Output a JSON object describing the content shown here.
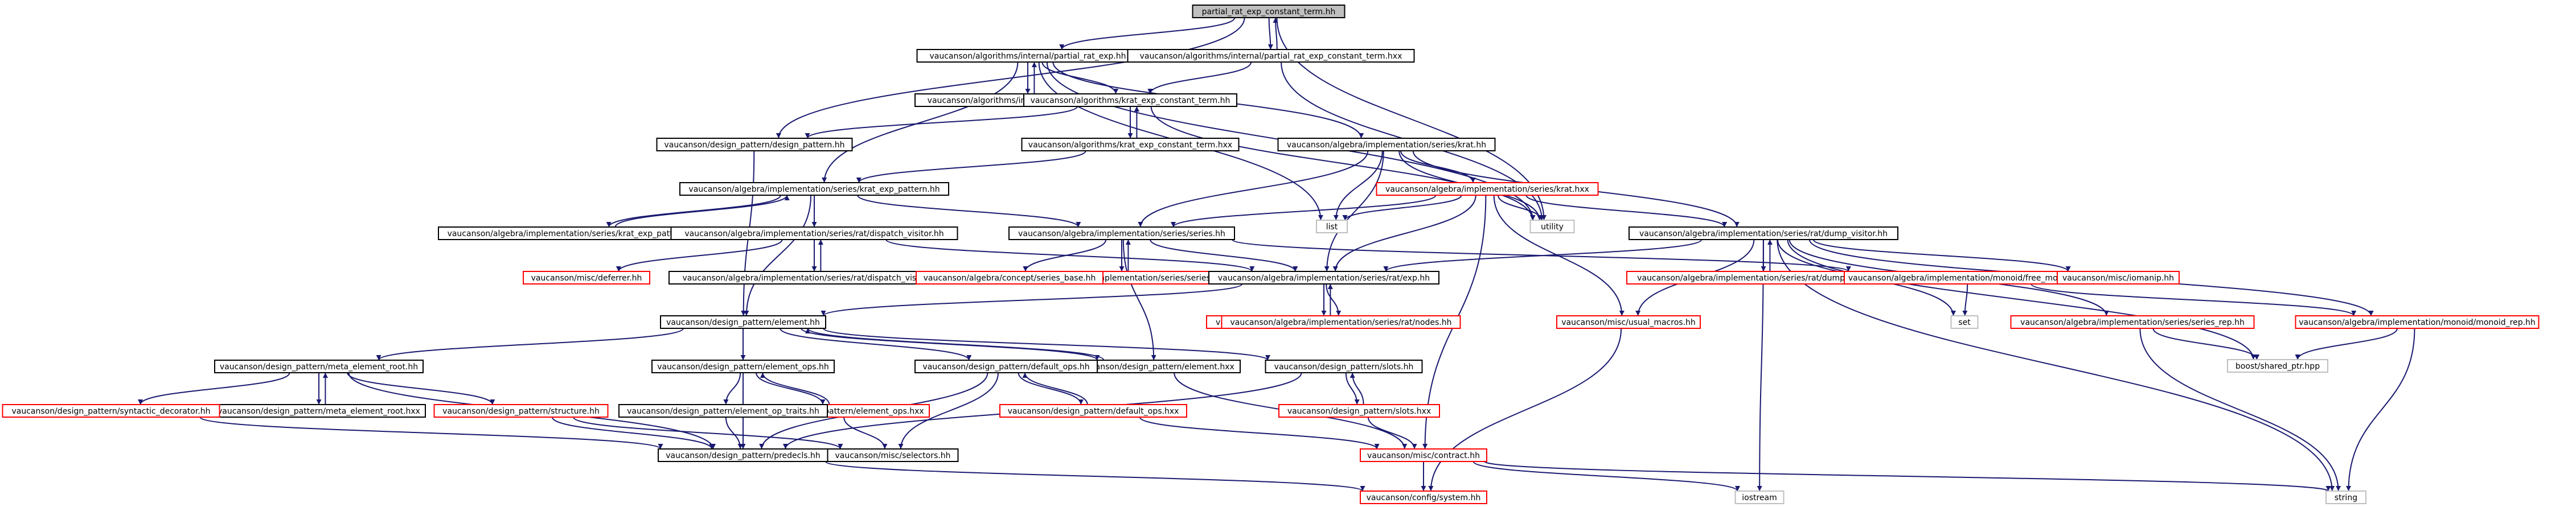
{
  "diagram": {
    "type": "include-dependency-graph",
    "root": "n_root",
    "nodes": [
      {
        "id": "n_root",
        "label": "partial_rat_exp_constant_term.hh",
        "style": "root"
      },
      {
        "id": "n_pre",
        "label": "vaucanson/algorithms/internal/partial_rat_exp.hh",
        "style": "normal"
      },
      {
        "id": "n_ptx",
        "label": "vaucanson/algorithms/internal/partial_rat_exp_constant_term.hxx",
        "style": "normal"
      },
      {
        "id": "n_utility",
        "label": "utility",
        "style": "gray"
      },
      {
        "id": "n_prex",
        "label": "vaucanson/algorithms/internal/partial_rat_exp.hxx",
        "style": "normal"
      },
      {
        "id": "n_krat_ct",
        "label": "vaucanson/algorithms/krat_exp_constant_term.hh",
        "style": "normal"
      },
      {
        "id": "n_dp",
        "label": "vaucanson/design_pattern/design_pattern.hh",
        "style": "normal"
      },
      {
        "id": "n_krat_ctx",
        "label": "vaucanson/algorithms/krat_exp_constant_term.hxx",
        "style": "normal"
      },
      {
        "id": "n_krat_hh",
        "label": "vaucanson/algebra/implementation/series/krat.hh",
        "style": "normal"
      },
      {
        "id": "n_krat_hxx",
        "label": "vaucanson/algebra/implementation/series/krat.hxx",
        "style": "red"
      },
      {
        "id": "n_list",
        "label": "list",
        "style": "gray"
      },
      {
        "id": "n_kep",
        "label": "vaucanson/algebra/implementation/series/krat_exp_pattern.hh",
        "style": "normal"
      },
      {
        "id": "n_kepx",
        "label": "vaucanson/algebra/implementation/series/krat_exp_pattern.hxx",
        "style": "normal"
      },
      {
        "id": "n_dispatch",
        "label": "vaucanson/algebra/implementation/series/rat/dispatch_visitor.hh",
        "style": "normal"
      },
      {
        "id": "n_dispatchx",
        "label": "vaucanson/algebra/implementation/series/rat/dispatch_visitor.hxx",
        "style": "normal"
      },
      {
        "id": "n_deferrer",
        "label": "vaucanson/misc/deferrer.hh",
        "style": "red"
      },
      {
        "id": "n_series",
        "label": "vaucanson/algebra/implementation/series/series.hh",
        "style": "normal"
      },
      {
        "id": "n_seriesx",
        "label": "vaucanson/algebra/implementation/series/series.hxx",
        "style": "red"
      },
      {
        "id": "n_concept_series",
        "label": "vaucanson/algebra/concept/series_base.hh",
        "style": "red"
      },
      {
        "id": "n_dump",
        "label": "vaucanson/algebra/implementation/series/rat/dump_visitor.hh",
        "style": "normal"
      },
      {
        "id": "n_dumpx",
        "label": "vaucanson/algebra/implementation/series/rat/dump_visitor.hxx",
        "style": "red"
      },
      {
        "id": "n_exp",
        "label": "vaucanson/algebra/implementation/series/rat/exp.hh",
        "style": "normal"
      },
      {
        "id": "n_expx",
        "label": "vaucanson/algebra/implementation/series/rat/exp.hxx",
        "style": "red"
      },
      {
        "id": "n_nodes",
        "label": "vaucanson/algebra/implementation/series/rat/nodes.hh",
        "style": "red"
      },
      {
        "id": "n_free_monoid",
        "label": "vaucanson/algebra/implementation/monoid/free_monoid.hh",
        "style": "red"
      },
      {
        "id": "n_usual",
        "label": "vaucanson/misc/usual_macros.hh",
        "style": "red"
      },
      {
        "id": "n_set",
        "label": "set",
        "style": "gray"
      },
      {
        "id": "n_iomanip",
        "label": "vaucanson/misc/iomanip.hh",
        "style": "red"
      },
      {
        "id": "n_series_rep",
        "label": "vaucanson/algebra/implementation/series/series_rep.hh",
        "style": "red"
      },
      {
        "id": "n_monoid_rep",
        "label": "vaucanson/algebra/implementation/monoid/monoid_rep.hh",
        "style": "red"
      },
      {
        "id": "n_shared_ptr",
        "label": "boost/shared_ptr.hpp",
        "style": "gray"
      },
      {
        "id": "n_element",
        "label": "vaucanson/design_pattern/element.hh",
        "style": "normal"
      },
      {
        "id": "n_elementx",
        "label": "vaucanson/design_pattern/element.hxx",
        "style": "normal"
      },
      {
        "id": "n_mer",
        "label": "vaucanson/design_pattern/meta_element_root.hh",
        "style": "normal"
      },
      {
        "id": "n_merx",
        "label": "vaucanson/design_pattern/meta_element_root.hxx",
        "style": "normal"
      },
      {
        "id": "n_syntactic",
        "label": "vaucanson/design_pattern/syntactic_decorator.hh",
        "style": "red"
      },
      {
        "id": "n_structure",
        "label": "vaucanson/design_pattern/structure.hh",
        "style": "red"
      },
      {
        "id": "n_element_ops",
        "label": "vaucanson/design_pattern/element_ops.hh",
        "style": "normal"
      },
      {
        "id": "n_element_opsx",
        "label": "vaucanson/design_pattern/element_ops.hxx",
        "style": "red"
      },
      {
        "id": "n_element_op_traits",
        "label": "vaucanson/design_pattern/element_op_traits.hh",
        "style": "normal"
      },
      {
        "id": "n_default_ops",
        "label": "vaucanson/design_pattern/default_ops.hh",
        "style": "normal"
      },
      {
        "id": "n_default_opsx",
        "label": "vaucanson/design_pattern/default_ops.hxx",
        "style": "red"
      },
      {
        "id": "n_slots",
        "label": "vaucanson/design_pattern/slots.hh",
        "style": "normal"
      },
      {
        "id": "n_slotsx",
        "label": "vaucanson/design_pattern/slots.hxx",
        "style": "red"
      },
      {
        "id": "n_predecls",
        "label": "vaucanson/design_pattern/predecls.hh",
        "style": "normal"
      },
      {
        "id": "n_selectors",
        "label": "vaucanson/misc/selectors.hh",
        "style": "normal"
      },
      {
        "id": "n_contract",
        "label": "vaucanson/misc/contract.hh",
        "style": "red"
      },
      {
        "id": "n_system",
        "label": "vaucanson/config/system.hh",
        "style": "red"
      },
      {
        "id": "n_iostream",
        "label": "iostream",
        "style": "gray"
      },
      {
        "id": "n_string",
        "label": "string",
        "style": "gray"
      }
    ],
    "edges": [
      [
        "n_root",
        "n_pre"
      ],
      [
        "n_root",
        "n_ptx"
      ],
      [
        "n_root",
        "n_utility"
      ],
      [
        "n_root",
        "n_dp"
      ],
      [
        "n_ptx",
        "n_root"
      ],
      [
        "n_ptx",
        "n_krat_ct"
      ],
      [
        "n_ptx",
        "n_utility"
      ],
      [
        "n_pre",
        "n_prex"
      ],
      [
        "n_prex",
        "n_pre"
      ],
      [
        "n_pre",
        "n_krat_ct"
      ],
      [
        "n_pre",
        "n_list"
      ],
      [
        "n_pre",
        "n_krat_hh"
      ],
      [
        "n_pre",
        "n_kep"
      ],
      [
        "n_pre",
        "n_utility"
      ],
      [
        "n_krat_ct",
        "n_krat_ctx"
      ],
      [
        "n_krat_ctx",
        "n_krat_ct"
      ],
      [
        "n_krat_ct",
        "n_dp"
      ],
      [
        "n_krat_ct",
        "n_utility"
      ],
      [
        "n_krat_ctx",
        "n_kep"
      ],
      [
        "n_dp",
        "n_element"
      ],
      [
        "n_krat_hh",
        "n_series"
      ],
      [
        "n_krat_hh",
        "n_exp"
      ],
      [
        "n_krat_hh",
        "n_list"
      ],
      [
        "n_krat_hh",
        "n_utility"
      ],
      [
        "n_krat_hh",
        "n_dump"
      ],
      [
        "n_krat_hh",
        "n_krat_hxx"
      ],
      [
        "n_krat_hxx",
        "n_series"
      ],
      [
        "n_krat_hxx",
        "n_list"
      ],
      [
        "n_krat_hxx",
        "n_exp"
      ],
      [
        "n_krat_hxx",
        "n_usual"
      ],
      [
        "n_krat_hxx",
        "n_contract"
      ],
      [
        "n_krat_hxx",
        "n_utility"
      ],
      [
        "n_krat_hxx",
        "n_dump"
      ],
      [
        "n_kep",
        "n_kepx"
      ],
      [
        "n_kepx",
        "n_kep"
      ],
      [
        "n_kep",
        "n_dispatch"
      ],
      [
        "n_kep",
        "n_element"
      ],
      [
        "n_kep",
        "n_series"
      ],
      [
        "n_dispatch",
        "n_dispatchx"
      ],
      [
        "n_dispatchx",
        "n_dispatch"
      ],
      [
        "n_dispatch",
        "n_deferrer"
      ],
      [
        "n_dispatch",
        "n_exp"
      ],
      [
        "n_series",
        "n_seriesx"
      ],
      [
        "n_seriesx",
        "n_series"
      ],
      [
        "n_series",
        "n_concept_series"
      ],
      [
        "n_series",
        "n_exp"
      ],
      [
        "n_series",
        "n_free_monoid"
      ],
      [
        "n_series",
        "n_elementx"
      ],
      [
        "n_dump",
        "n_exp"
      ],
      [
        "n_dump",
        "n_dumpx"
      ],
      [
        "n_dumpx",
        "n_dump"
      ],
      [
        "n_dump",
        "n_usual"
      ],
      [
        "n_dump",
        "n_iomanip"
      ],
      [
        "n_dump",
        "n_series_rep"
      ],
      [
        "n_dump",
        "n_monoid_rep"
      ],
      [
        "n_dump",
        "n_set"
      ],
      [
        "n_dump",
        "n_shared_ptr"
      ],
      [
        "n_dump",
        "n_iostream"
      ],
      [
        "n_dump",
        "n_string"
      ],
      [
        "n_exp",
        "n_expx"
      ],
      [
        "n_expx",
        "n_exp"
      ],
      [
        "n_exp",
        "n_nodes"
      ],
      [
        "n_exp",
        "n_element"
      ],
      [
        "n_free_monoid",
        "n_set"
      ],
      [
        "n_free_monoid",
        "n_monoid_rep"
      ],
      [
        "n_usual",
        "n_system"
      ],
      [
        "n_series_rep",
        "n_shared_ptr"
      ],
      [
        "n_series_rep",
        "n_string"
      ],
      [
        "n_monoid_rep",
        "n_shared_ptr"
      ],
      [
        "n_monoid_rep",
        "n_string"
      ],
      [
        "n_element",
        "n_mer"
      ],
      [
        "n_element",
        "n_element_ops"
      ],
      [
        "n_element",
        "n_default_ops"
      ],
      [
        "n_element",
        "n_elementx"
      ],
      [
        "n_element",
        "n_slots"
      ],
      [
        "n_element",
        "n_predecls"
      ],
      [
        "n_elementx",
        "n_element"
      ],
      [
        "n_mer",
        "n_merx"
      ],
      [
        "n_merx",
        "n_mer"
      ],
      [
        "n_mer",
        "n_syntactic"
      ],
      [
        "n_mer",
        "n_structure"
      ],
      [
        "n_mer",
        "n_predecls"
      ],
      [
        "n_syntactic",
        "n_predecls"
      ],
      [
        "n_structure",
        "n_predecls"
      ],
      [
        "n_structure",
        "n_selectors"
      ],
      [
        "n_element_ops",
        "n_element_opsx"
      ],
      [
        "n_element_opsx",
        "n_element_ops"
      ],
      [
        "n_element_ops",
        "n_element_op_traits"
      ],
      [
        "n_element_op_traits",
        "n_predecls"
      ],
      [
        "n_element_opsx",
        "n_selectors"
      ],
      [
        "n_default_ops",
        "n_default_opsx"
      ],
      [
        "n_default_opsx",
        "n_default_ops"
      ],
      [
        "n_default_ops",
        "n_predecls"
      ],
      [
        "n_default_ops",
        "n_selectors"
      ],
      [
        "n_default_opsx",
        "n_contract"
      ],
      [
        "n_slots",
        "n_slotsx"
      ],
      [
        "n_slotsx",
        "n_slots"
      ],
      [
        "n_slots",
        "n_predecls"
      ],
      [
        "n_slotsx",
        "n_contract"
      ],
      [
        "n_elementx",
        "n_contract"
      ],
      [
        "n_predecls",
        "n_system"
      ],
      [
        "n_contract",
        "n_system"
      ],
      [
        "n_contract",
        "n_iostream"
      ],
      [
        "n_contract",
        "n_string"
      ]
    ],
    "colors": {
      "edge": "#191970",
      "node_border": "#000000",
      "node_border_external": "#ff0000",
      "node_border_system": "#bfbfbf",
      "root_fill": "#bfbfbf",
      "node_fill": "#ffffff"
    }
  }
}
